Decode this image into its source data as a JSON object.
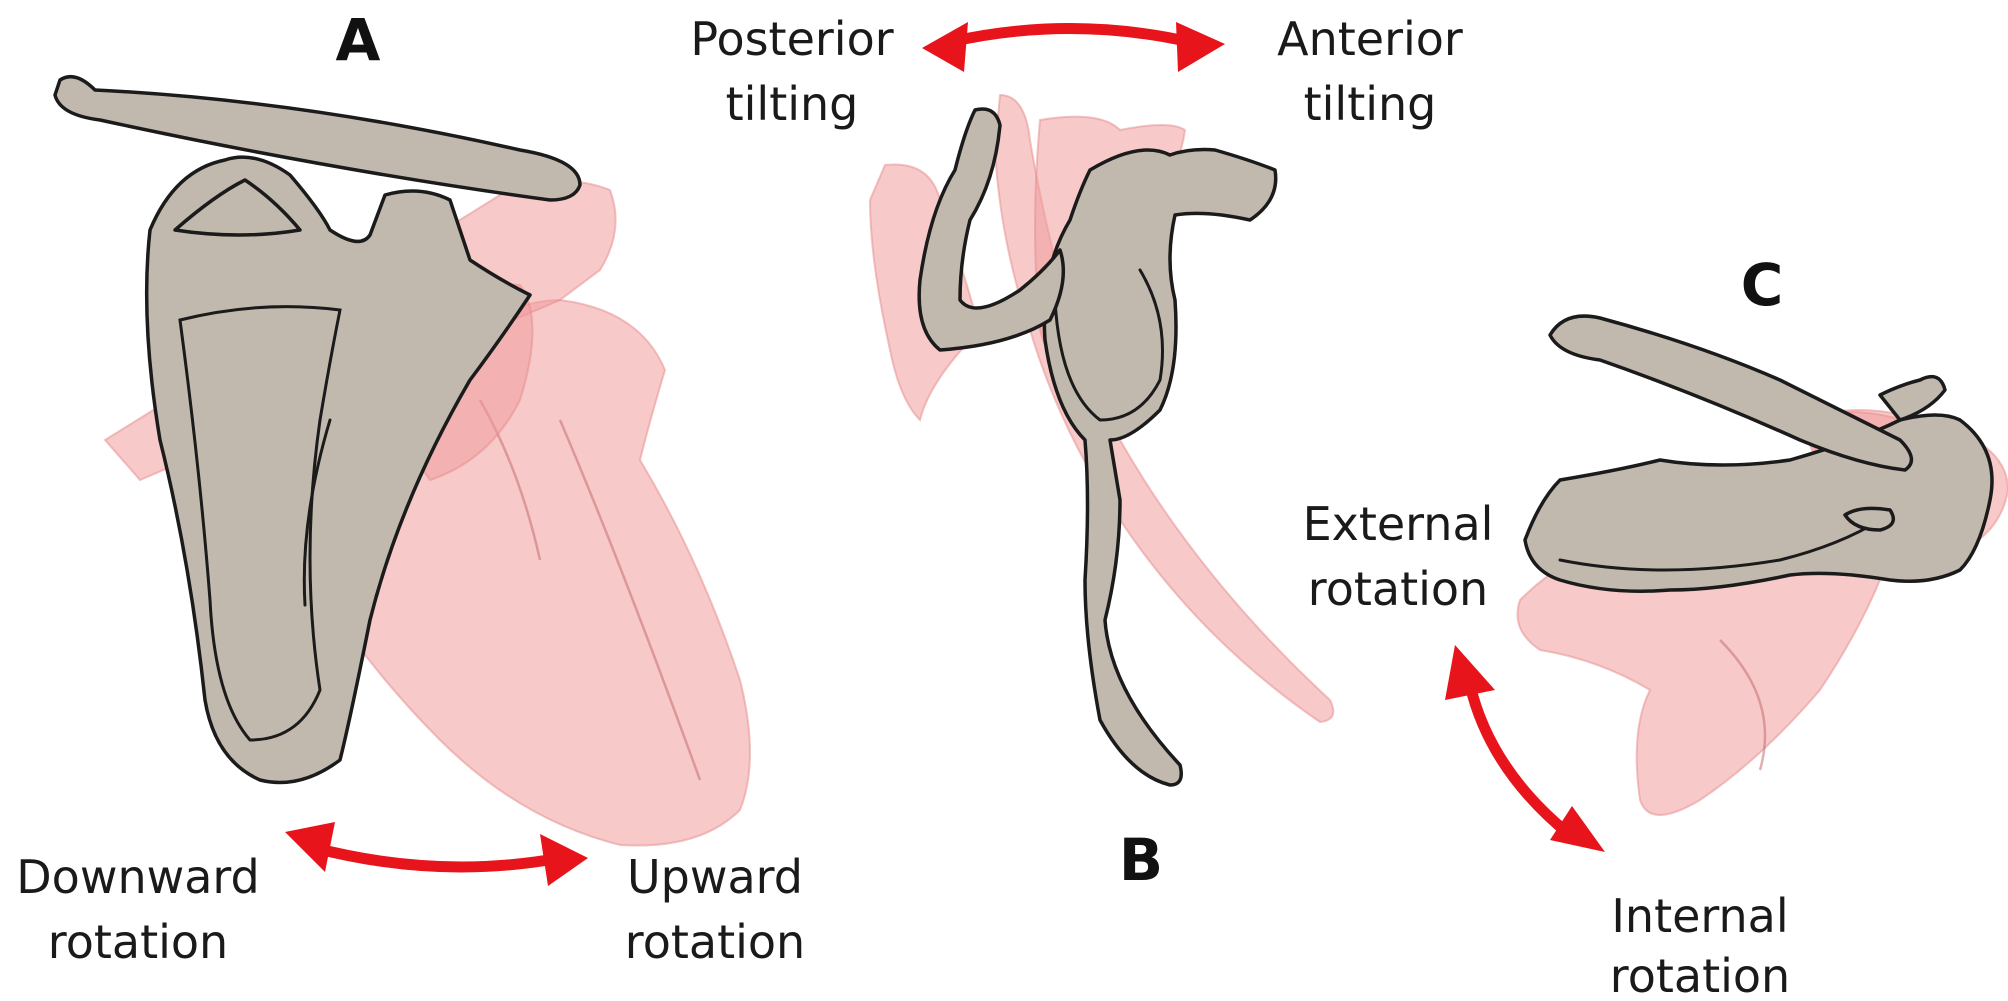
{
  "panels": [
    {
      "letter": "A",
      "labels": {
        "left": [
          "Downward",
          "rotation"
        ],
        "right": [
          "Upward",
          "rotation"
        ]
      }
    },
    {
      "letter": "B",
      "labels": {
        "left": [
          "Posterior",
          "tilting"
        ],
        "right": [
          "Anterior",
          "tilting"
        ]
      }
    },
    {
      "letter": "C",
      "labels": {
        "top": [
          "External",
          "rotation"
        ],
        "bottom": [
          "Internal",
          "rotation"
        ]
      }
    }
  ],
  "colors": {
    "bone": "#c2b9ae",
    "overlay": "#f19c9c",
    "arrow": "#e8141c",
    "outline": "#1b1b1b"
  }
}
